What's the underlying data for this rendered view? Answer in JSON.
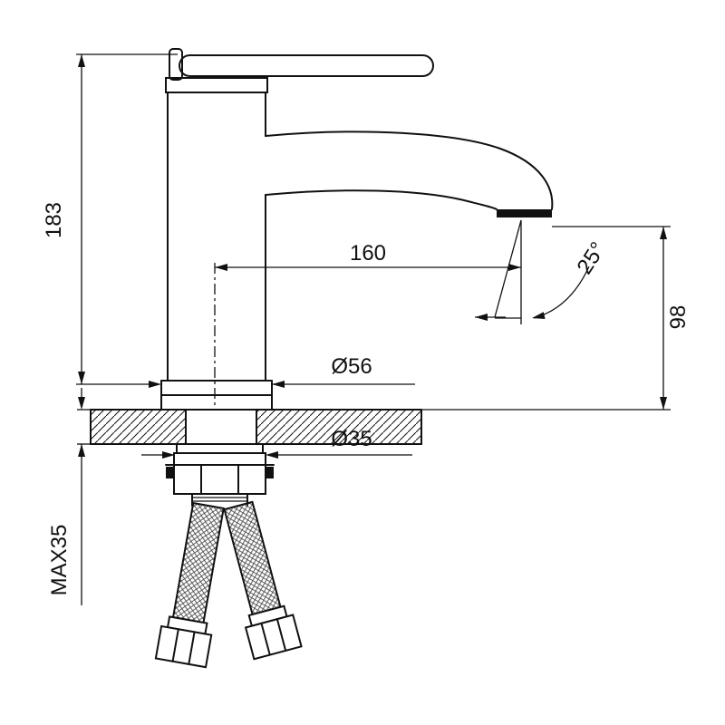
{
  "drawing": {
    "type": "technical-dimension-drawing",
    "subject": "single-lever basin faucet, side elevation with mounting hardware and flexible hoses",
    "labels": {
      "overall_height": "183",
      "spout_reach": "160",
      "spout_angle": "25°",
      "spout_height": "98",
      "base_diameter": "Ø56",
      "mount_hole_diameter": "Ø35",
      "max_mounting_thickness": "MAX35"
    },
    "colors": {
      "line": "#111111",
      "background": "#ffffff"
    }
  }
}
